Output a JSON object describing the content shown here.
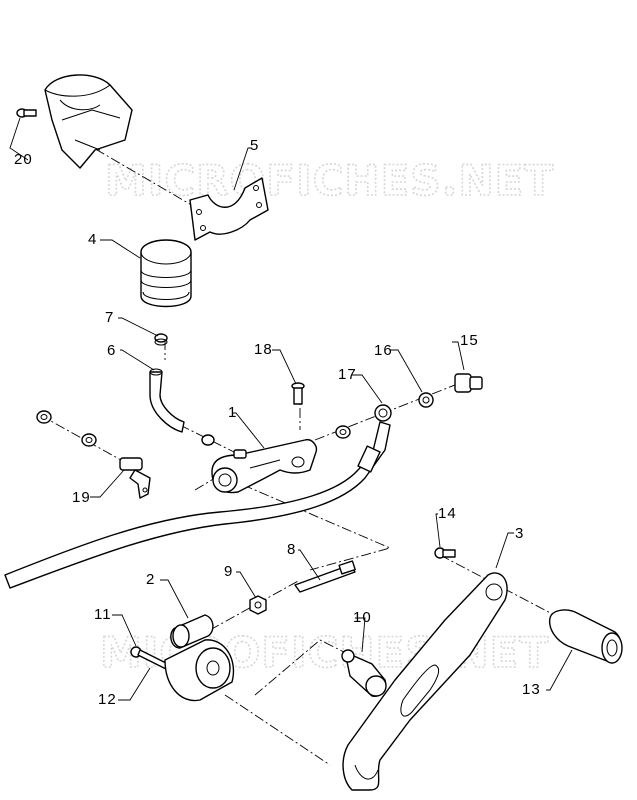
{
  "watermark": {
    "text": "MICROFICHES.NET"
  },
  "callouts": {
    "p1": "1",
    "p2": "2",
    "p3": "3",
    "p4": "4",
    "p5": "5",
    "p6": "6",
    "p7": "7",
    "p8": "8",
    "p9": "9",
    "p10": "10",
    "p11": "11",
    "p12": "12",
    "p13": "13",
    "p14": "14",
    "p15": "15",
    "p16": "16",
    "p17": "17",
    "p18": "18",
    "p19": "19",
    "p20": "20"
  }
}
